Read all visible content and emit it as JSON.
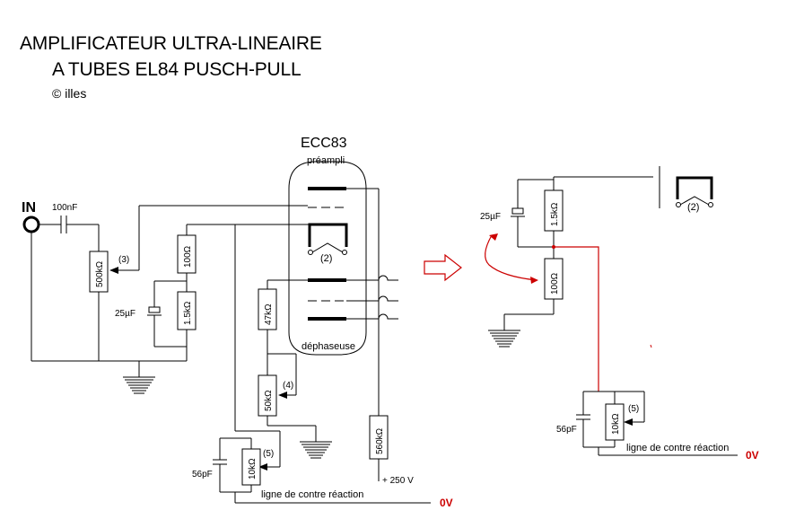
{
  "title": {
    "line1": "AMPLIFICATEUR ULTRA-LINEAIRE",
    "line2": "A TUBES EL84 PUSCH-PULL"
  },
  "copyright": "© illes",
  "tube": {
    "name": "ECC83",
    "upper_section": "préampli",
    "lower_section": "déphaseuse"
  },
  "left_circuit": {
    "input_label": "IN",
    "coupling_cap": "100nF",
    "pot_input": "500kΩ",
    "marker_3": "(3)",
    "marker_2": "(2)",
    "marker_4": "(4)",
    "marker_5": "(5)",
    "r_100": "100Ω",
    "r_1k5": "1.5kΩ",
    "cap_25": "25µF",
    "r_47k": "47kΩ",
    "pot_50k": "50kΩ",
    "r_560k": "560kΩ",
    "supply": "+ 250 V",
    "cap_56": "56pF",
    "pot_10k": "10kΩ",
    "feedback_line": "ligne de contre réaction",
    "zero_volt": "0V"
  },
  "right_circuit": {
    "cap_25": "25µF",
    "r_1k5": "1.5kΩ",
    "r_100": "100Ω",
    "marker_2": "(2)",
    "marker_5": "(5)",
    "cap_56": "56pF",
    "pot_10k": "10kΩ",
    "feedback_line": "ligne de contre réaction",
    "zero_volt": "0V"
  },
  "colors": {
    "wire": "#000000",
    "modification": "#cc0000",
    "zero_volt": "#cc0000"
  }
}
